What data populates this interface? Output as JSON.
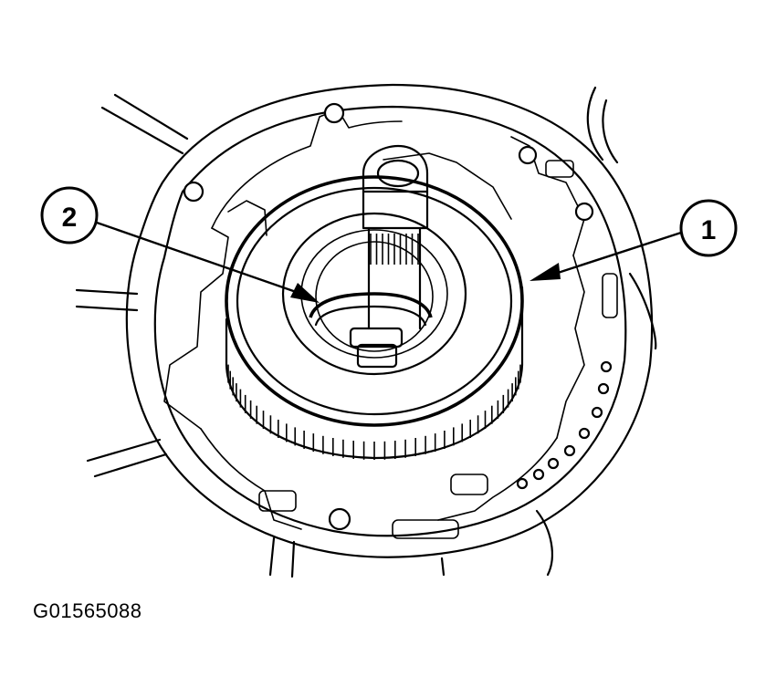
{
  "figure_code": "G01565088",
  "callouts": [
    {
      "label": "1"
    },
    {
      "label": "2"
    }
  ]
}
